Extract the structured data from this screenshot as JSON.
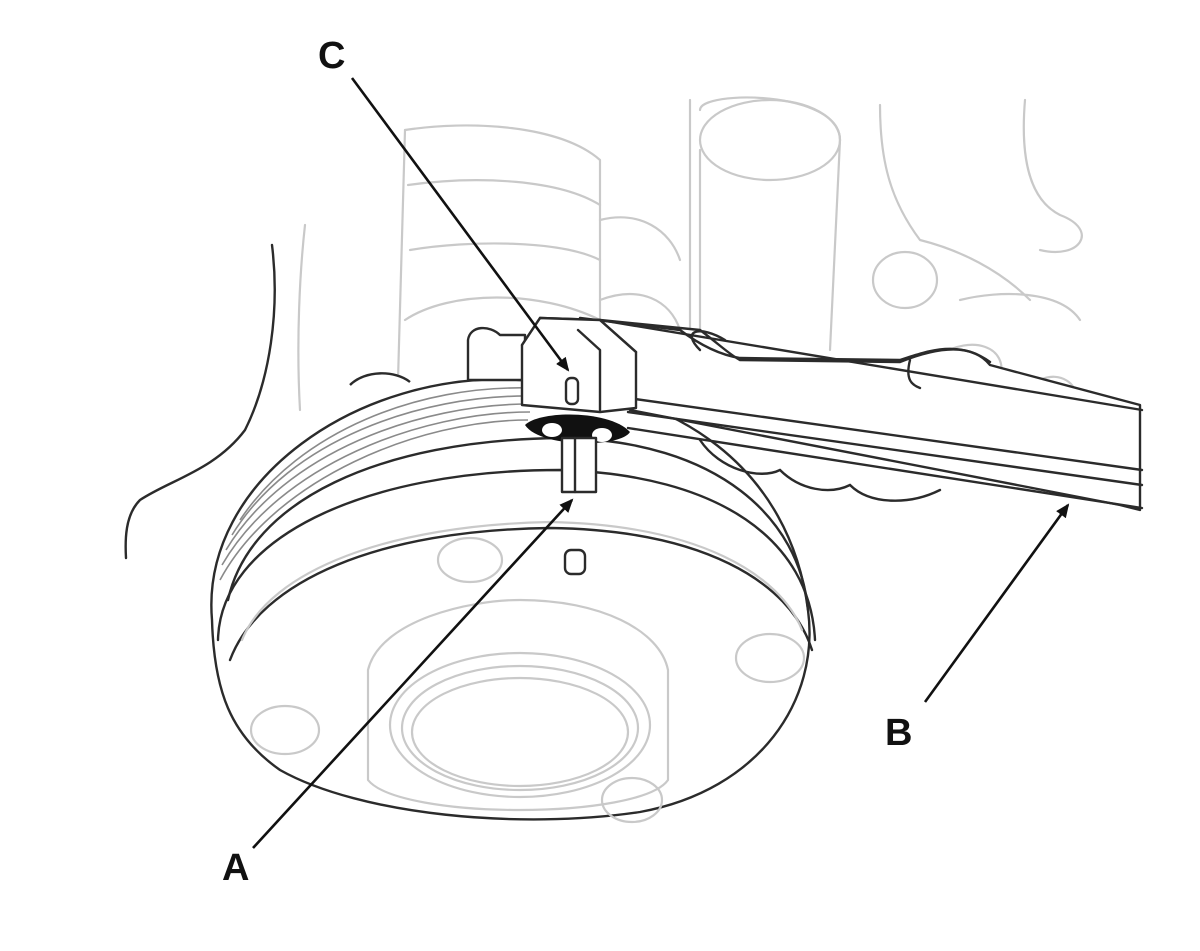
{
  "callouts": {
    "a": "A",
    "b": "B",
    "c": "C"
  },
  "colors": {
    "line_art": "#2b2b2b",
    "background_engine": "#c9c9c9",
    "marks": "#111111"
  },
  "components": [
    "crankshaft-pulley",
    "wrench",
    "pointer-mark",
    "engine-block-background"
  ]
}
